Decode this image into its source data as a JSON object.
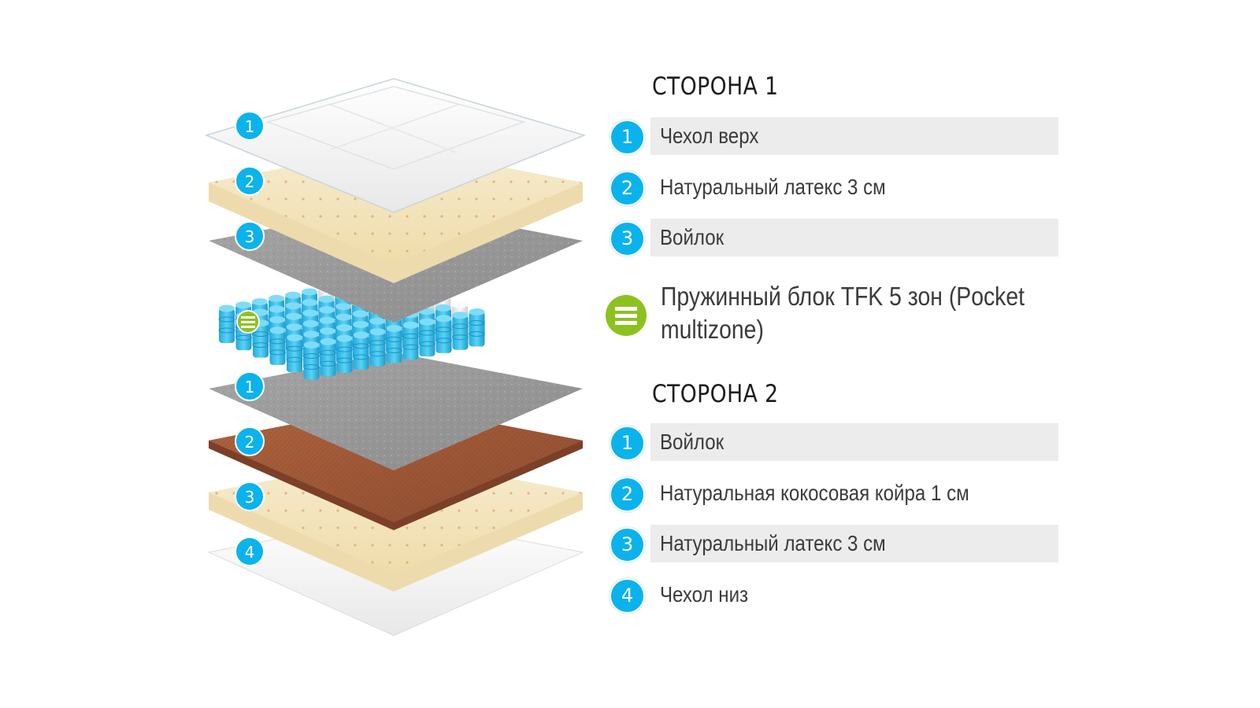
{
  "side1": {
    "heading": "СТОРОНА 1",
    "layers": [
      {
        "num": "1",
        "label": "Чехол верх"
      },
      {
        "num": "2",
        "label": "Натуральный латекс 3 см"
      },
      {
        "num": "3",
        "label": "Войлок"
      }
    ]
  },
  "spring_block": {
    "label": "Пружинный блок TFK 5 зон (Pocket multizone)",
    "icon": "spring-block-icon"
  },
  "side2": {
    "heading": "СТОРОНА 2",
    "layers": [
      {
        "num": "1",
        "label": "Войлок"
      },
      {
        "num": "2",
        "label": "Натуральная кокосовая койра 1 см"
      },
      {
        "num": "3",
        "label": "Натуральный латекс 3 см"
      },
      {
        "num": "4",
        "label": "Чехол низ"
      }
    ]
  },
  "colors": {
    "badge_blue": "#0bb3ec",
    "badge_green": "#8cc21f",
    "cover": "#f6f6f6",
    "latex": "#f3e4bd",
    "felt": "#9c9c9c",
    "coir": "#a0573a",
    "spring_blue": "#38c4ee",
    "spring_white": "#ededed",
    "row_shade": "#ececec"
  }
}
